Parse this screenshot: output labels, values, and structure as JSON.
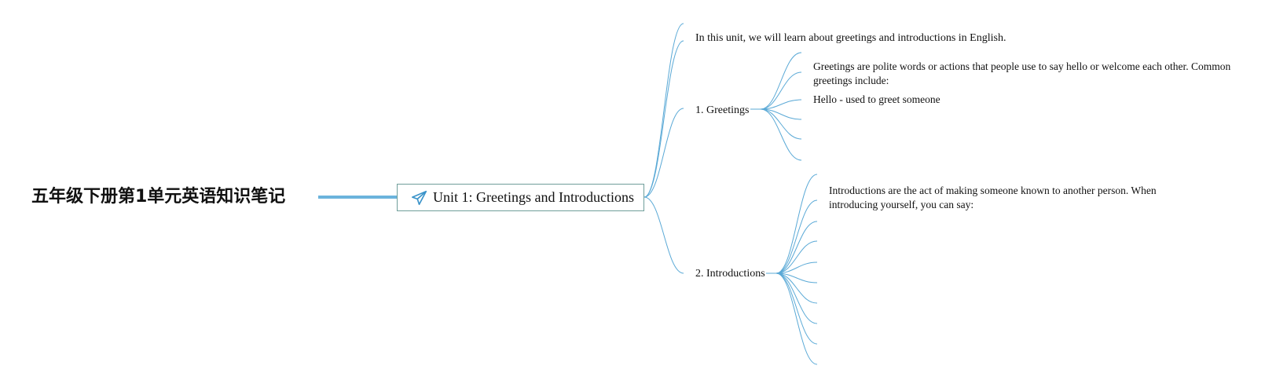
{
  "root": {
    "title": "五年级下册第1单元英语知识笔记"
  },
  "central": {
    "label": "Unit 1: Greetings and Introductions",
    "icon": "paper-plane-icon"
  },
  "branches": [
    {
      "label": "In this unit, we will learn about greetings and introductions in English."
    },
    {
      "label": "1. Greetings",
      "children": [
        "Greetings are polite words or actions that people use to say hello or welcome each other. Common greetings include:",
        "Hello - used to greet someone"
      ]
    },
    {
      "label": "2. Introductions",
      "children": [
        "Introductions are the act of making someone known to another person. When introducing yourself, you can say:"
      ]
    }
  ],
  "colors": {
    "link": "#5aa9d6",
    "root_link": "#6bb3dc",
    "central_border": "#6f9e9a"
  }
}
